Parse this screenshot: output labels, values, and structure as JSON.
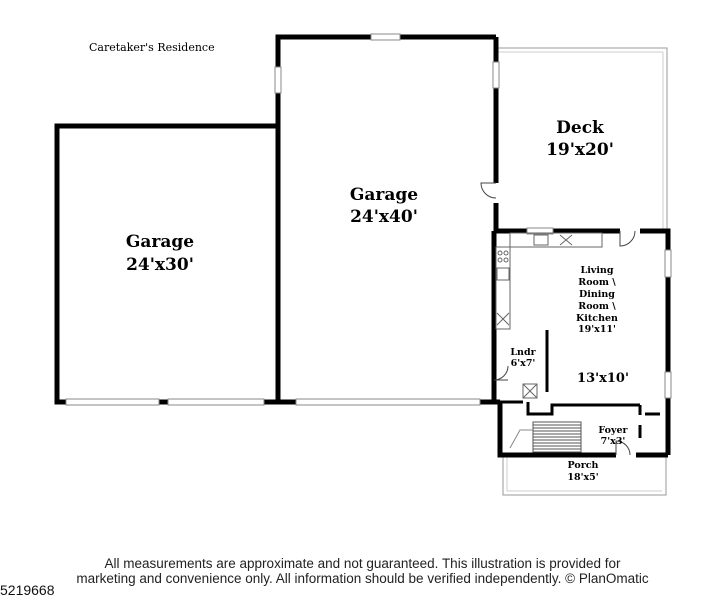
{
  "plan": {
    "caption": "Caretaker's Residence",
    "rooms": {
      "garage_left": {
        "name": "Garage",
        "size": "24'x30'"
      },
      "garage_center": {
        "name": "Garage",
        "size": "24'x40'"
      },
      "deck": {
        "name": "Deck",
        "size": "19'x20'"
      },
      "living": {
        "lines": [
          "Living",
          "Room \\",
          "Dining",
          "Room \\",
          "Kitchen"
        ],
        "size": "19'x11'"
      },
      "lndr": {
        "name": "Lndr",
        "size": "6'x7'"
      },
      "bedroom": {
        "size": "13'x10'"
      },
      "foyer": {
        "name": "Foyer",
        "size": "7'x3'"
      },
      "porch": {
        "name": "Porch",
        "size": "18'x5'"
      }
    }
  },
  "footer": {
    "disclaimer_line1": "All measurements are approximate and not guaranteed. This illustration is provided for",
    "disclaimer_line2": "marketing and convenience only. All information should be verified independently. © PlanOmatic",
    "listing_id": "5219668"
  }
}
